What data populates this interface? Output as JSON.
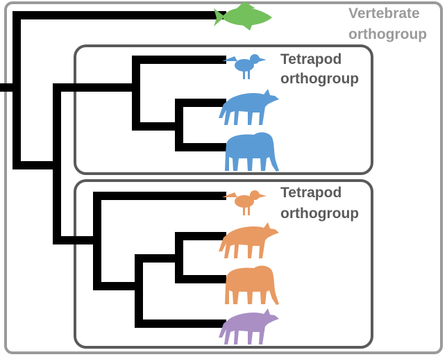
{
  "outer_group": {
    "line1": "Vertebrate",
    "line2": "orthogroup",
    "color": "#9a9a9a"
  },
  "upper_group": {
    "line1": "Tetrapod",
    "line2": "orthogroup",
    "color": "#5a5a5a"
  },
  "lower_group": {
    "line1": "Tetrapod",
    "line2": "orthogroup",
    "color": "#5a5a5a"
  },
  "colors": {
    "tree": "#000000",
    "fish": "#74c05c",
    "blue": "#5b9bd5",
    "orange": "#e89a62",
    "purple": "#a98fc4"
  },
  "leaves": [
    {
      "animal": "fish-icon",
      "color": "fish"
    },
    {
      "animal": "bird-icon",
      "color": "blue"
    },
    {
      "animal": "wolf-icon",
      "color": "blue"
    },
    {
      "animal": "elephant-icon",
      "color": "blue"
    },
    {
      "animal": "bird-icon",
      "color": "orange"
    },
    {
      "animal": "wolf-icon",
      "color": "orange"
    },
    {
      "animal": "elephant-icon",
      "color": "orange"
    },
    {
      "animal": "wolf-icon",
      "color": "purple"
    }
  ]
}
